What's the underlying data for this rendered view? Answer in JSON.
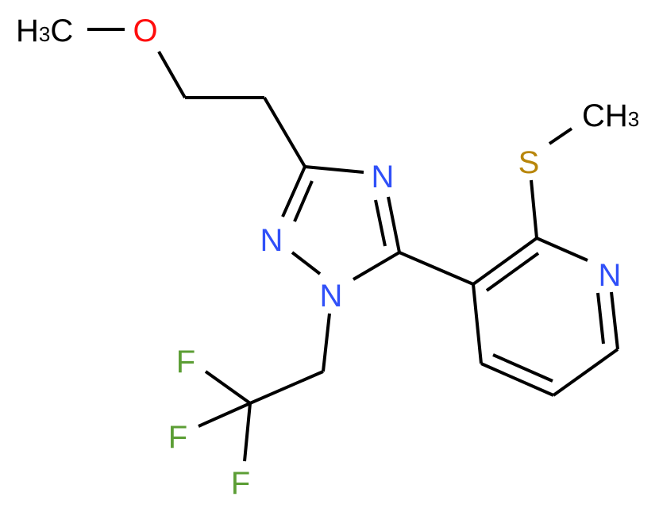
{
  "molecule": {
    "description": "3-[3-(2-methoxyethyl)-1-(2,2,2-trifluoroethyl)-1H-1,2,4-triazol-5-yl]-2-(methylsulfanyl)pyridine",
    "colors": {
      "carbon": "#000000",
      "nitrogen": "#3050F8",
      "oxygen": "#FF0D0D",
      "sulfur": "#B8860B",
      "fluorine": "#5C9E35",
      "bond": "#000000"
    },
    "labels": {
      "methoxy_methyl": {
        "main": "H",
        "sub": "3",
        "tail": "C"
      },
      "oxygen": "O",
      "triazole_n4": "N",
      "triazole_n2": "N",
      "triazole_n1": "N",
      "pyridine_n": "N",
      "sulfur": "S",
      "thio_methyl": {
        "main": "CH",
        "sub": "3"
      },
      "fluorine_1": "F",
      "fluorine_2": "F",
      "fluorine_3": "F"
    }
  }
}
